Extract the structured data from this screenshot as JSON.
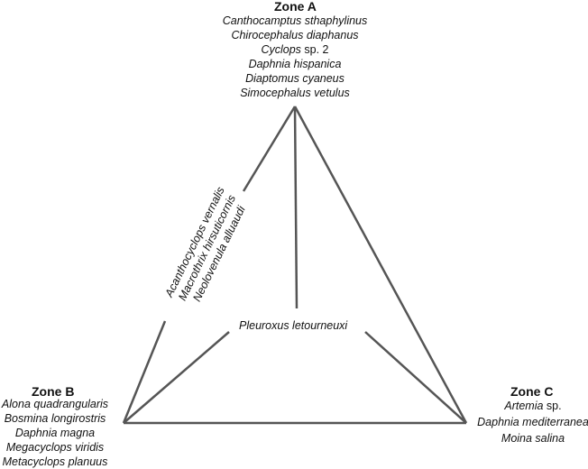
{
  "zone_a": {
    "title": "Zone A",
    "species": [
      {
        "genus": "Canthocamptus sthaphylinus",
        "suffix": ""
      },
      {
        "genus": "Chirocephalus diaphanus",
        "suffix": ""
      },
      {
        "genus": "Cyclops",
        "suffix": " sp. 2"
      },
      {
        "genus": "Daphnia hispanica",
        "suffix": ""
      },
      {
        "genus": "Diaptomus cyaneus",
        "suffix": ""
      },
      {
        "genus": "Simocephalus vetulus",
        "suffix": ""
      }
    ]
  },
  "zone_b": {
    "title": "Zone B",
    "species": [
      {
        "genus": "Alona quadrangularis",
        "suffix": ""
      },
      {
        "genus": "Bosmina longirostris",
        "suffix": ""
      },
      {
        "genus": "Daphnia magna",
        "suffix": ""
      },
      {
        "genus": "Megacyclops viridis",
        "suffix": ""
      },
      {
        "genus": "Metacyclops planuus",
        "suffix": ""
      }
    ]
  },
  "zone_c": {
    "title": "Zone C",
    "species": [
      {
        "genus": "Artemia",
        "suffix": " sp."
      },
      {
        "genus": "Daphnia mediterranea",
        "suffix": ""
      },
      {
        "genus": "Moina salina",
        "suffix": ""
      }
    ]
  },
  "ab_edge_species": [
    "Acanthocyclops vernalis",
    "Macrothrix hirsuticornis",
    "Neolovenula alluaudi"
  ],
  "center_species": "Pleuroxus letourneuxi",
  "colors": {
    "line": "#555555",
    "text": "#111111"
  }
}
